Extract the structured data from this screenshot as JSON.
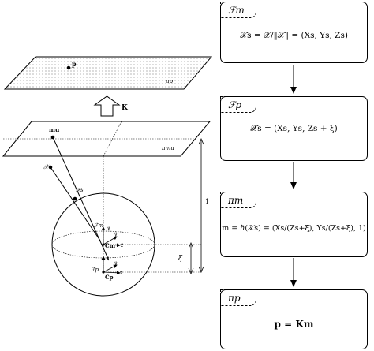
{
  "boxes": [
    {
      "frame": "ℱm",
      "equation": "𝒳s = 𝒳/‖𝒳‖ = (Xs, Ys, Zs)"
    },
    {
      "frame": "ℱp",
      "equation": "𝒳s = (Xs, Ys, Zs + ξ)"
    },
    {
      "frame": "πm",
      "equation": "m = ℏ(𝒳s) = (Xs/(Zs+ξ), Ys/(Zs+ξ), 1)"
    },
    {
      "frame": "πp",
      "equation": "p = Km"
    }
  ],
  "diagram": {
    "plane_top_point": "p",
    "plane_top_label": "πp",
    "transform_label": "K",
    "plane_mid_point": "mu",
    "plane_mid_label": "πmu",
    "world_point": "𝒳",
    "sphere_point": "𝒳s",
    "frame_m": "ℱm",
    "frame_p": "ℱp",
    "center_m": "Cm",
    "center_p": "Cp",
    "axis_x": "x⃗",
    "axis_y": "y⃗",
    "axis_z": "z⃗",
    "dist_one": "1",
    "dist_xi": "ξ"
  }
}
